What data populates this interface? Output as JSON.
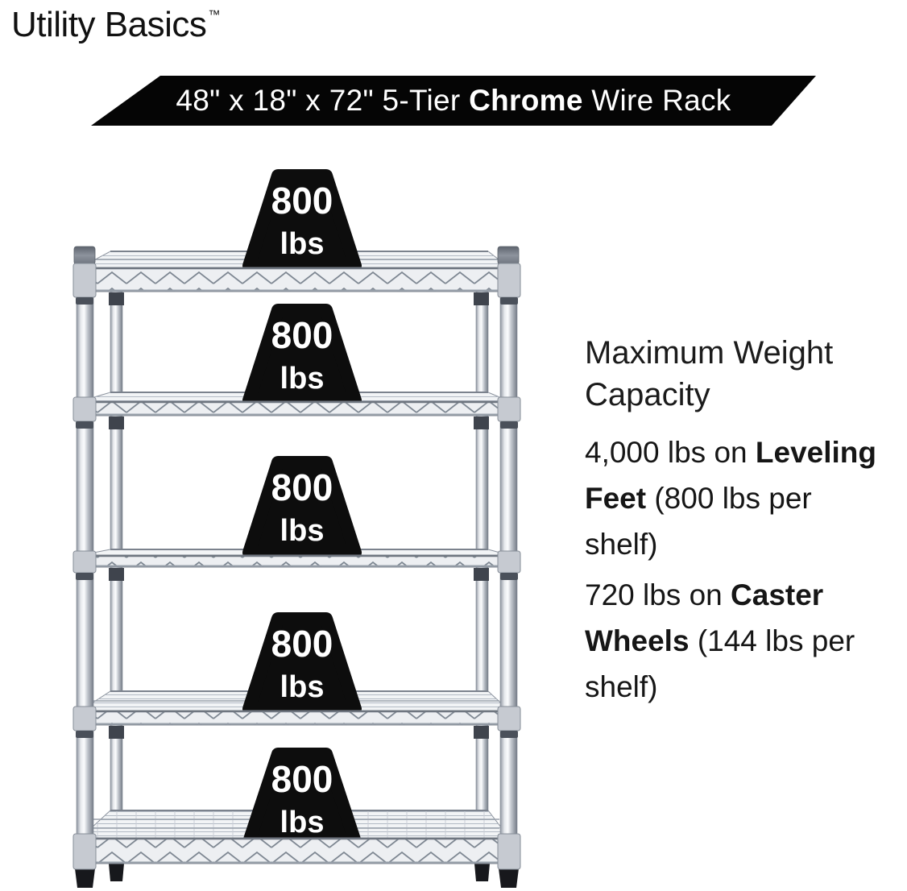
{
  "logo": {
    "text": "Utility Basics",
    "trademark": "™"
  },
  "banner": {
    "prefix": "48\" x 18\" x 72\" 5-Tier ",
    "highlight": "Chrome",
    "suffix": " Wire Rack",
    "background": "#050505",
    "text_color": "#ffffff"
  },
  "rack": {
    "tiers": 5,
    "weights": [
      {
        "value": "800",
        "unit": "lbs"
      },
      {
        "value": "800",
        "unit": "lbs"
      },
      {
        "value": "800",
        "unit": "lbs"
      },
      {
        "value": "800",
        "unit": "lbs"
      },
      {
        "value": "800",
        "unit": "lbs"
      }
    ]
  },
  "info": {
    "heading_lines": [
      "Maximum Weight",
      "Capacity"
    ],
    "specs": [
      {
        "lines": [
          {
            "pre": "4,000 lbs on ",
            "bold": "Leveling"
          },
          {
            "bold": "Feet",
            "post": " (800 lbs per"
          },
          {
            "post": "shelf)"
          }
        ]
      },
      {
        "lines": [
          {
            "pre": "720 lbs on ",
            "bold": "Caster"
          },
          {
            "bold": "Wheels",
            "post": " (144 lbs per"
          },
          {
            "post": "shelf)"
          }
        ]
      }
    ]
  },
  "colors": {
    "banner_bg": "#050505",
    "badge_bg": "#0d0d0d",
    "badge_text": "#ffffff",
    "body_text": "#161616",
    "chrome_light": "#eef0f3",
    "chrome_dark": "#79808b"
  }
}
